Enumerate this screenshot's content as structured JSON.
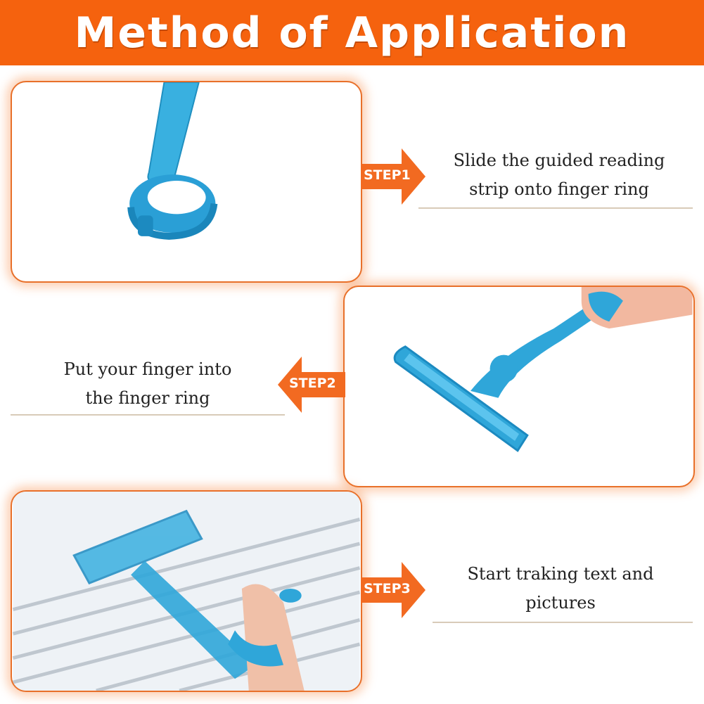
{
  "title": "Method of Application",
  "colors": {
    "accent": "#f5620e",
    "product": "#2fa6d9"
  },
  "steps": [
    {
      "label": "STEP1",
      "text_line1": "Slide the guided reading",
      "text_line2": "strip onto finger ring",
      "arrow": "right"
    },
    {
      "label": "STEP2",
      "text_line1": "Put your  finger  into",
      "text_line2": "the finger ring",
      "arrow": "left"
    },
    {
      "label": "STEP3",
      "text_line1": "Start traking text and",
      "text_line2": "pictures",
      "arrow": "right"
    }
  ]
}
